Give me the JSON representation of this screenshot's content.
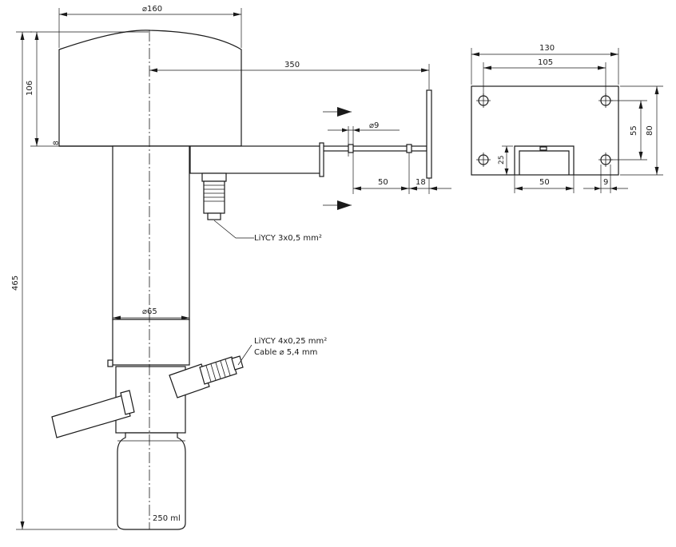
{
  "dimensions": {
    "d160": "⌀160",
    "d350": "350",
    "d106": "106",
    "d465": "465",
    "d65": "⌀65",
    "d9": "⌀9",
    "d50_side": "50",
    "d18": "18",
    "d130": "130",
    "d105": "105",
    "d55": "55",
    "d80": "80",
    "d25": "25",
    "d50_plate": "50",
    "d9_plate": "9",
    "small_8": "8"
  },
  "labels": {
    "cable1": "LiYCY 3x0,5 mm²",
    "cable2_line1": "LiYCY 4x0,25 mm²",
    "cable2_line2": "Cable ⌀ 5,4 mm",
    "volume": "250 ml"
  }
}
